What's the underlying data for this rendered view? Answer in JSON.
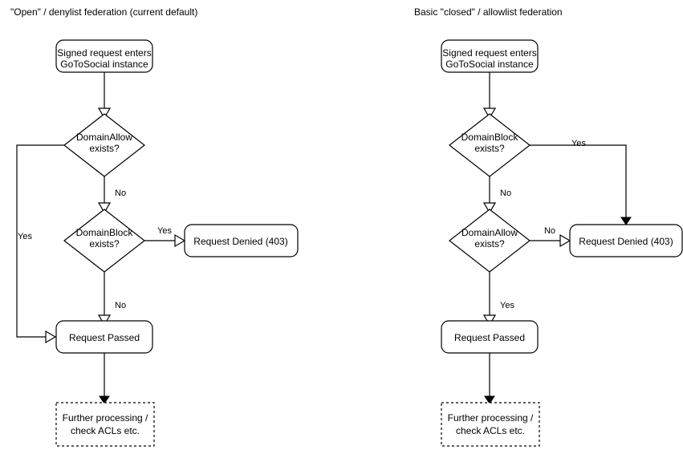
{
  "diagrams": [
    {
      "title": "\"Open\" / denylist federation (current default)",
      "nodes": {
        "start": {
          "line1": "Signed request enters",
          "line2": "GoToSocial instance"
        },
        "decision1": {
          "line1": "DomainAllow",
          "line2": "exists?"
        },
        "decision2": {
          "line1": "DomainBlock",
          "line2": "exists?"
        },
        "denied": {
          "label": "Request Denied (403)"
        },
        "passed": {
          "label": "Request Passed"
        },
        "further": {
          "line1": "Further processing /",
          "line2": "check ACLs etc."
        }
      },
      "edge_labels": {
        "allow_yes": "Yes",
        "allow_no": "No",
        "block_yes": "Yes",
        "block_no": "No"
      }
    },
    {
      "title": "Basic \"closed\" / allowlist federation",
      "nodes": {
        "start": {
          "line1": "Signed request enters",
          "line2": "GoToSocial instance"
        },
        "decision1": {
          "line1": "DomainBlock",
          "line2": "exists?"
        },
        "decision2": {
          "line1": "DomainAllow",
          "line2": "exists?"
        },
        "denied": {
          "label": "Request Denied (403)"
        },
        "passed": {
          "label": "Request Passed"
        },
        "further": {
          "line1": "Further processing /",
          "line2": "check ACLs etc."
        }
      },
      "edge_labels": {
        "block_yes": "Yes",
        "block_no": "No",
        "allow_no": "No",
        "allow_yes": "Yes"
      }
    }
  ],
  "colors": {
    "stroke": "#000000",
    "fill": "#ffffff",
    "text": "#000000",
    "background": "#ffffff"
  }
}
